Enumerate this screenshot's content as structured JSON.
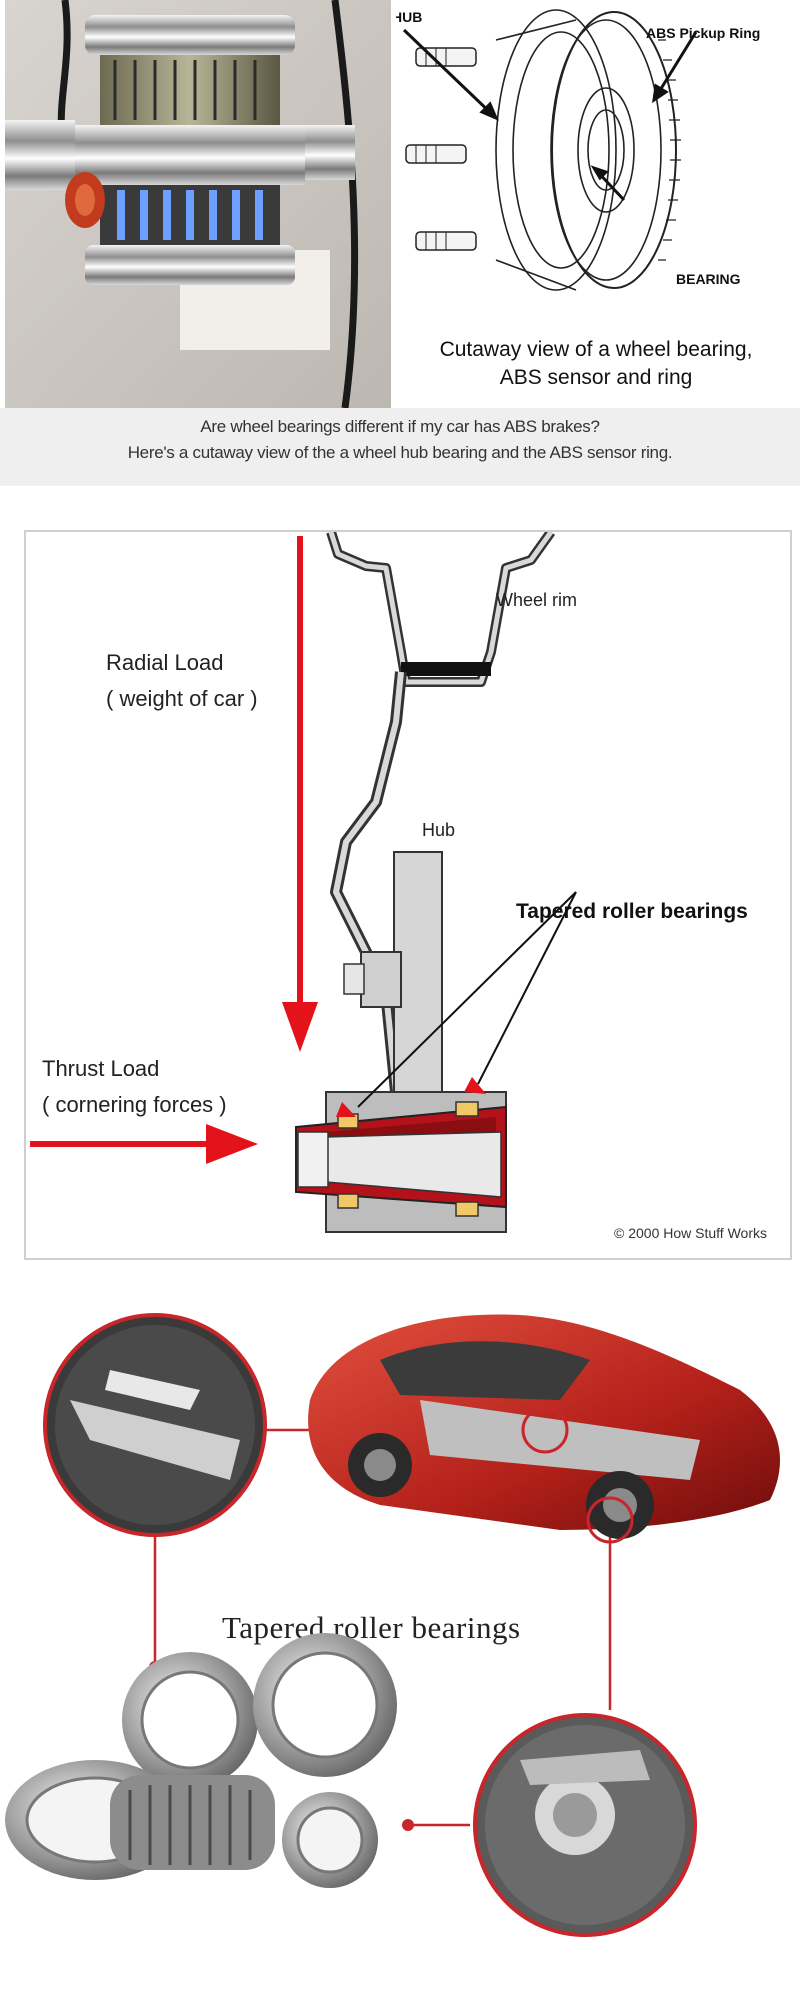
{
  "panel1": {
    "hub_label": "HUB",
    "abs_ring_label": "ABS Pickup Ring",
    "bearing_label": "BEARING",
    "caption_line1": "Cutaway view of a wheel bearing,",
    "caption_line2": "ABS sensor and ring",
    "question": "Are wheel bearings different if my car has ABS brakes?",
    "answer": "Here's a cutaway view of the a wheel hub bearing and the ABS sensor ring."
  },
  "panel2": {
    "wheel_rim_label": "Wheel rim",
    "radial_load_label": "Radial Load",
    "radial_load_sub": "( weight of car )",
    "hub_label": "Hub",
    "tapered_label": "Tapered roller bearings",
    "thrust_load_label": "Thrust Load",
    "thrust_load_sub": "( cornering forces )",
    "copyright": "© 2000 How Stuff Works"
  },
  "panel3": {
    "title": "Tapered roller bearings"
  },
  "colors": {
    "arrow_red": "#e3121b",
    "accent_red": "#c8262b",
    "caption_bg": "#efefef"
  }
}
